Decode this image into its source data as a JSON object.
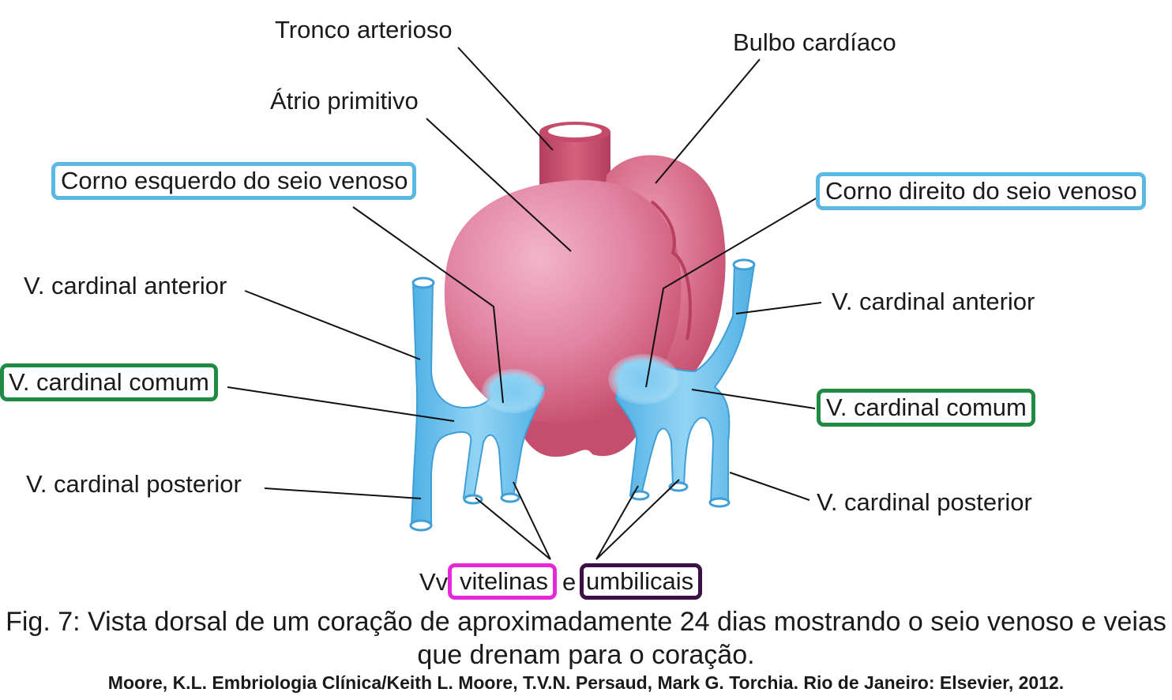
{
  "labels": {
    "tronco": "Tronco arterioso",
    "bulbo": "Bulbo cardíaco",
    "atrio": "Átrio primitivo",
    "corno_esq": "Corno esquerdo do seio venoso",
    "corno_dir": "Corno direito do seio venoso",
    "vca_left": "V. cardinal anterior",
    "vca_right": "V. cardinal anterior",
    "vcc_left": "V. cardinal comum",
    "vcc_right": "V. cardinal comum",
    "vcp_left": "V. cardinal posterior",
    "vcp_right": "V. cardinal posterior",
    "vv_prefix": "Vv",
    "vitelinas": "vitelinas",
    "conj": "e",
    "umbilicais": "umbilicais"
  },
  "caption": "Fig. 7: Vista dorsal de um coração de aproximadamente 24 dias mostrando o seio venoso e veias que drenam para o coração.",
  "reference": "Moore, K.L. Embriologia Clínica/Keith L. Moore, T.V.N. Persaud, Mark G. Torchia. Rio de Janeiro: Elsevier, 2012.",
  "colors": {
    "heart": "#d9607e",
    "heart_light": "#eda3bb",
    "veins": "#6cc3ee",
    "box_blue": "#5bb8e4",
    "box_green": "#1f8a44",
    "box_magenta": "#e529d8",
    "box_purple": "#3d0f47"
  }
}
